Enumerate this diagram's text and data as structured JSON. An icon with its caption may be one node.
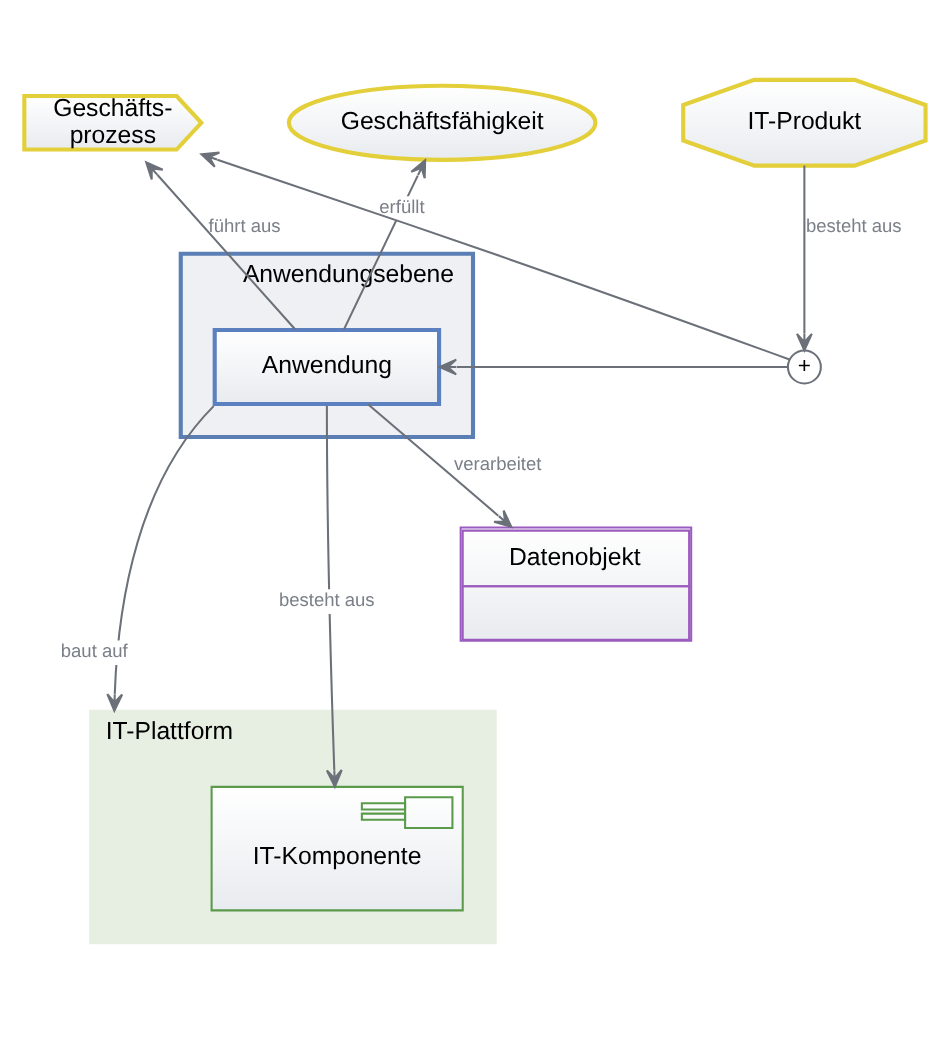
{
  "diagram": {
    "nodes": [
      {
        "text": [
          "Geschäftsfähigkeit"
        ]
      },
      {
        "text": [
          "Geschäfts- prozess"
        ]
      },
      {
        "text": [
          "+"
        ]
      },
      {
        "text": [
          "IT-Produkt"
        ]
      },
      {
        "text": [
          "Anwendungsebene"
        ]
      },
      {
        "text": [
          "Anwendung"
        ],
        "in": 4
      },
      {
        "text": [
          "Datenobjekt"
        ]
      },
      {
        "text": [
          "IT-Plattform"
        ]
      },
      {
        "text": [
          "IT-Komponente"
        ],
        "in": 7
      }
    ],
    "edges": [
      {
        "from": 5,
        "to": 0,
        "label": "erfüllt",
        "arrow": "to"
      },
      {
        "from": 2,
        "to": 1,
        "arrow": "to"
      },
      {
        "from": 3,
        "to": 2,
        "label": "besteht aus",
        "arrow": "to"
      },
      {
        "from": 2,
        "to": 5,
        "arrow": "to"
      },
      {
        "from": 5,
        "to": 1,
        "label": "führt aus",
        "arrow": "to"
      },
      {
        "from": 5,
        "to": 6,
        "label": "verarbeitet",
        "arrow": "to"
      },
      {
        "from": 5,
        "to": 7,
        "label": "baut auf",
        "arrow": "to"
      },
      {
        "from": 5,
        "to": 8,
        "label": "besteht aus",
        "arrow": "to"
      }
    ]
  }
}
